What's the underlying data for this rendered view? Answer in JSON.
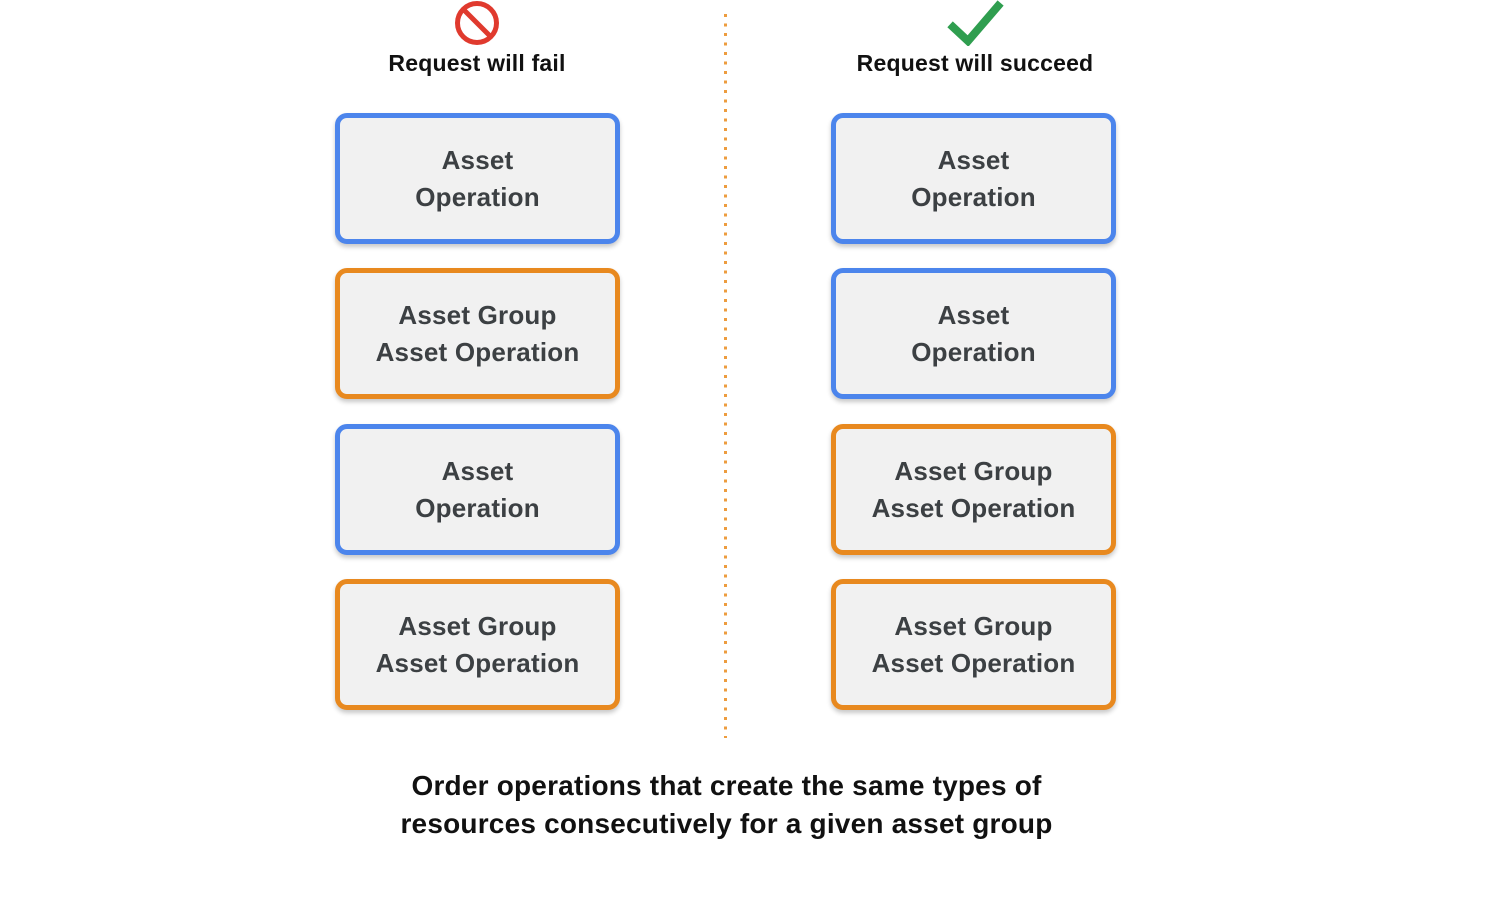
{
  "diagram": {
    "fail_column": {
      "title": "Request will fail",
      "icon": "prohibition",
      "boxes": [
        {
          "type": "asset-operation",
          "line1": "Asset",
          "line2": "Operation"
        },
        {
          "type": "asset-group-asset-operation",
          "line1": "Asset Group",
          "line2": "Asset Operation"
        },
        {
          "type": "asset-operation",
          "line1": "Asset",
          "line2": "Operation"
        },
        {
          "type": "asset-group-asset-operation",
          "line1": "Asset Group",
          "line2": "Asset Operation"
        }
      ]
    },
    "succeed_column": {
      "title": "Request will succeed",
      "icon": "checkmark",
      "boxes": [
        {
          "type": "asset-operation",
          "line1": "Asset",
          "line2": "Operation"
        },
        {
          "type": "asset-operation",
          "line1": "Asset",
          "line2": "Operation"
        },
        {
          "type": "asset-group-asset-operation",
          "line1": "Asset Group",
          "line2": "Asset Operation"
        },
        {
          "type": "asset-group-asset-operation",
          "line1": "Asset Group",
          "line2": "Asset Operation"
        }
      ]
    },
    "caption": {
      "line1": "Order operations that create the same types of",
      "line2": "resources consecutively for a given asset group"
    }
  },
  "colors": {
    "asset_operation_border": "#4c85ec",
    "asset_group_border": "#e8891f",
    "box_background": "#f1f1f1",
    "box_text": "#3c4043",
    "fail_icon_red": "#e03a2e",
    "success_icon_green": "#2f9e4f",
    "divider_orange": "#ed9c3e",
    "heading_text": "#111111"
  }
}
